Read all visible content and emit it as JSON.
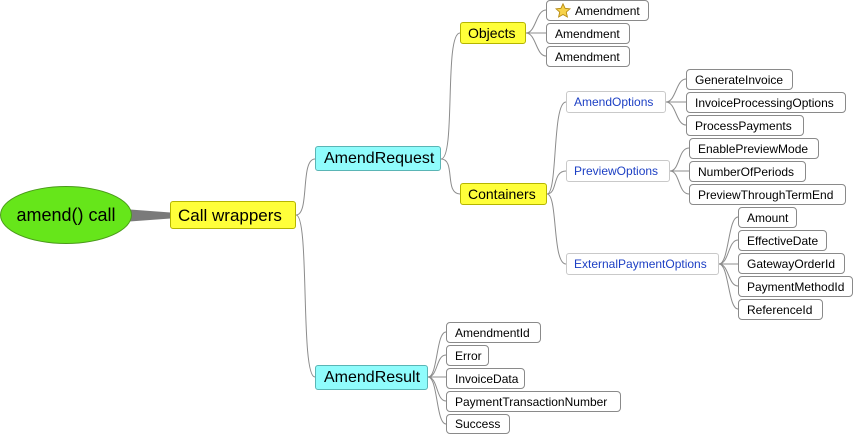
{
  "root": {
    "label": "amend() call"
  },
  "call_wrappers": {
    "label": "Call wrappers"
  },
  "amend_request": {
    "label": "AmendRequest",
    "objects": {
      "label": "Objects",
      "items": [
        "Amendment",
        "Amendment",
        "Amendment"
      ],
      "starred_item_icon": "star-icon"
    },
    "containers": {
      "label": "Containers",
      "amend_options": {
        "label": "AmendOptions",
        "items": [
          "GenerateInvoice",
          "InvoiceProcessingOptions",
          "ProcessPayments"
        ]
      },
      "preview_options": {
        "label": "PreviewOptions",
        "items": [
          "EnablePreviewMode",
          "NumberOfPeriods",
          "PreviewThroughTermEnd"
        ]
      },
      "external_payment_options": {
        "label": "ExternalPaymentOptions",
        "items": [
          "Amount",
          "EffectiveDate",
          "GatewayOrderId",
          "PaymentMethodId",
          "ReferenceId"
        ]
      }
    }
  },
  "amend_result": {
    "label": "AmendResult",
    "items": [
      "AmendmentId",
      "Error",
      "InvoiceData",
      "PaymentTransactionNumber",
      "Success"
    ]
  },
  "colors": {
    "root_fill": "#66e61a",
    "wrapper_fill": "#ffff3a",
    "request_result_fill": "#8ffcfc",
    "option_text": "#1c3fc4",
    "connector": "#8c8c8c"
  }
}
